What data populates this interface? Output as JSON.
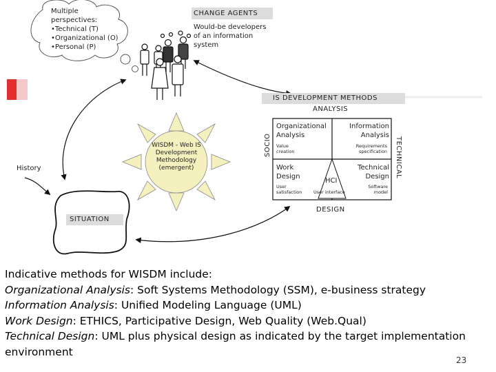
{
  "perspectives": {
    "title_line1": "Multiple",
    "title_line2": "perspectives:",
    "items": [
      "•Technical (T)",
      "•Organizational (O)",
      "•Personal (P)"
    ]
  },
  "change_agents": {
    "header": "CHANGE AGENTS",
    "desc_line1": "Would-be developers",
    "desc_line2": "of an information",
    "desc_line3": "system"
  },
  "methods": {
    "header": "IS DEVELOPMENT METHODS",
    "analysis": "ANALYSIS",
    "design": "DESIGN",
    "socio": "SOCIO",
    "technical": "TECHNICAL",
    "hci": "HCI",
    "q_org_line1": "Organizational",
    "q_org_line2": "Analysis",
    "q_info_line1": "Information",
    "q_info_line2": "Analysis",
    "q_work_line1": "Work",
    "q_work_line2": "Design",
    "q_tech_line1": "Technical",
    "q_tech_line2": "Design",
    "sub_value_line1": "Value",
    "sub_value_line2": "creation",
    "sub_req_line1": "Requirements",
    "sub_req_line2": "specification",
    "sub_user_line1": "User",
    "sub_user_line2": "satisfaction",
    "sub_ui": "User interface",
    "sub_soft_line1": "Software",
    "sub_soft_line2": "model"
  },
  "wisdm": {
    "line1": "WISDM - Web IS",
    "line2": "Development",
    "line3": "Methodology",
    "line4": "(emergent)"
  },
  "history": "History",
  "situation": "SITUATION",
  "caption": {
    "intro": "Indicative methods for WISDM include:",
    "l1_em": "Organizational Analysis",
    "l1_rest": ": Soft Systems Methodology (SSM), e-business strategy",
    "l2_em": "Information Analysis",
    "l2_rest": ": Unified Modeling Language (UML)",
    "l3_em": "Work Design",
    "l3_rest": ": ETHICS, Participative Design, Web Quality (Web.Qual)",
    "l4_em": "Technical Design",
    "l4_rest": ": UML plus physical design as indicated by the target implementation",
    "l4_cont": "environment"
  },
  "page_number": "23",
  "colors": {
    "accent_red": "#e32f2f",
    "bar_gray": "#dcdcdc",
    "sun_fill": "#f4f1bf"
  }
}
